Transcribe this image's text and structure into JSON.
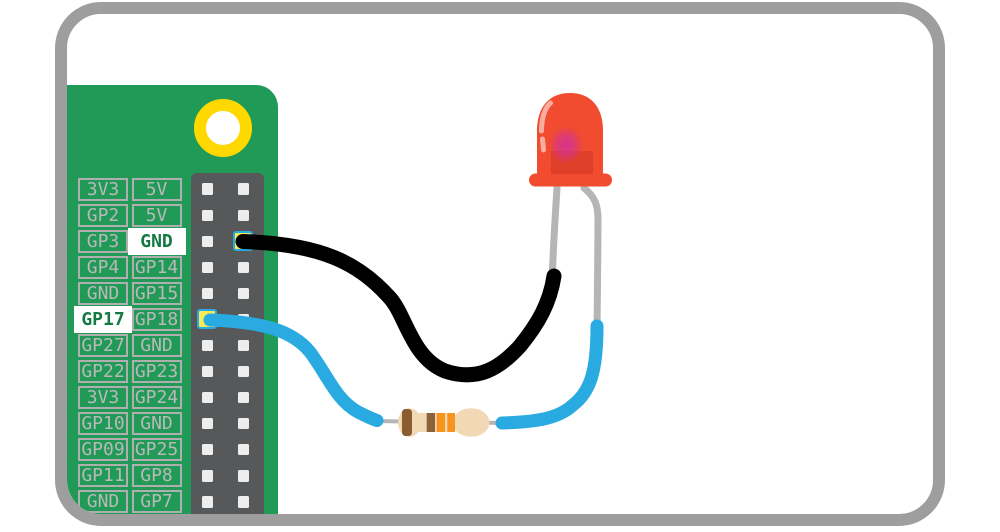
{
  "diagram_type": "wiring-diagram",
  "gpio": {
    "rows": [
      {
        "left": "3V3",
        "right": "5V"
      },
      {
        "left": "GP2",
        "right": "5V"
      },
      {
        "left": "GP3",
        "right": "GND"
      },
      {
        "left": "GP4",
        "right": "GP14"
      },
      {
        "left": "GND",
        "right": "GP15"
      },
      {
        "left": "GP17",
        "right": "GP18"
      },
      {
        "left": "GP27",
        "right": "GND"
      },
      {
        "left": "GP22",
        "right": "GP23"
      },
      {
        "left": "3V3",
        "right": "GP24"
      },
      {
        "left": "GP10",
        "right": "GND"
      },
      {
        "left": "GP09",
        "right": "GP25"
      },
      {
        "left": "GP11",
        "right": "GP8"
      },
      {
        "left": "GND",
        "right": "GP7"
      }
    ],
    "highlighted_pins": [
      {
        "row": 2,
        "side": "right",
        "label": "GND"
      },
      {
        "row": 5,
        "side": "left",
        "label": "GP17"
      }
    ]
  },
  "connections": [
    {
      "wire": "ground-wire",
      "color": "#000000",
      "from": "GND",
      "to": "led-cathode-leg"
    },
    {
      "wire": "signal-wire",
      "color": "#29ABE2",
      "from": "GP17",
      "to": "led-anode-leg",
      "through": "resistor"
    }
  ],
  "components": {
    "led": {
      "name": "red-led",
      "body_color": "#F14B30"
    },
    "resistor": {
      "name": "resistor",
      "body_color": "#F2D8B5",
      "bands": [
        "brown",
        "brown",
        "orange",
        "orange"
      ]
    }
  },
  "colors": {
    "frame": "#9E9E9E",
    "green": "#209A56",
    "headerGray": "#57585A",
    "pinWhite": "#EDEDED",
    "pinYellow": "#F6EC5B",
    "cellBorder": "#AFAFAF",
    "labelText": "#B9B9B9",
    "hlText": "#137A43",
    "ring": "#FFD800",
    "wireBlue": "#29ABE2",
    "wireBlack": "#000000",
    "leg": "#B5B5B5",
    "ledRed": "#F14B30",
    "resBody": "#F2D8B5",
    "bandDarkBrown": "#8A5D30",
    "bandBrown": "#8C6239",
    "bandOrange": "#F7941E"
  }
}
